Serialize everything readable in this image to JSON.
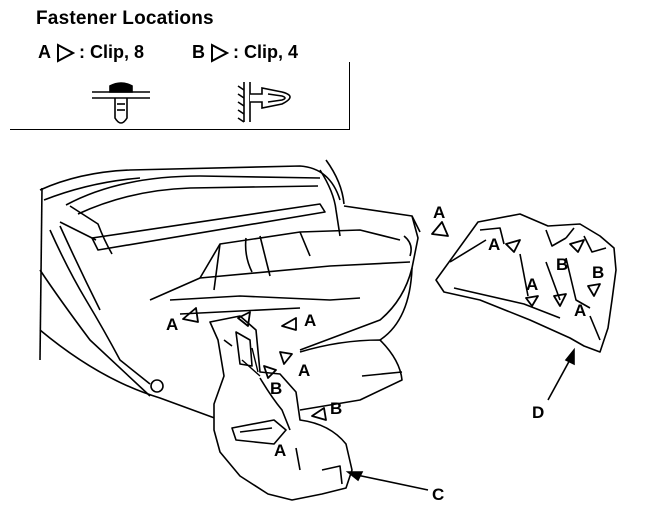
{
  "title": "Fastener Locations",
  "legend": [
    {
      "letter": "A",
      "text": ": Clip, 8"
    },
    {
      "letter": "B",
      "text": ": Clip, 4"
    }
  ],
  "callouts": {
    "a": "A",
    "b": "B",
    "c": "C",
    "d": "D"
  },
  "icons": [
    "clip-a-icon",
    "clip-b-icon",
    "fastener-triangle-icon"
  ]
}
